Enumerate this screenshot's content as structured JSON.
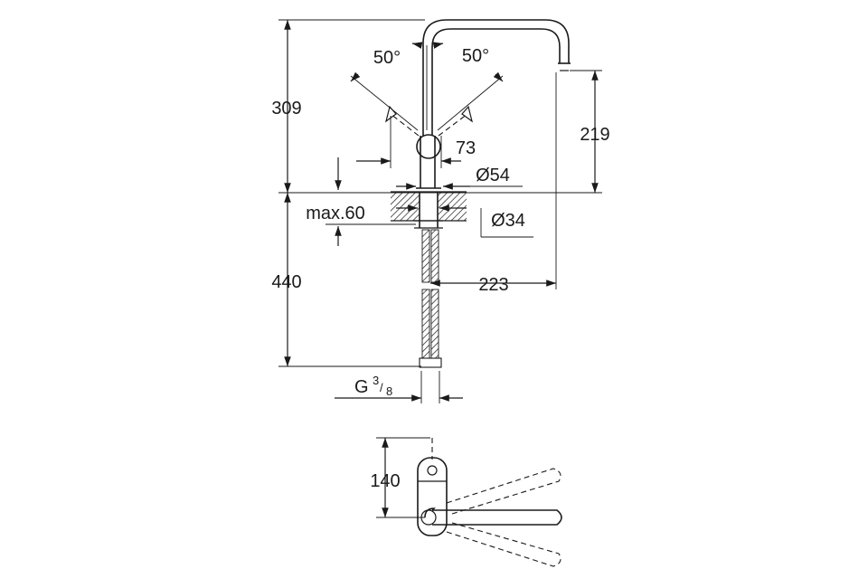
{
  "dimensions": {
    "height_top": "309",
    "height_bottom": "440",
    "spout_height": "219",
    "reach": "223",
    "handle_offset": "73",
    "diameter_base": "Ø54",
    "diameter_hole": "Ø34",
    "max_thickness": "max.60",
    "angle_left": "50°",
    "angle_right": "50°",
    "thread_main": "G",
    "thread_num": "3",
    "thread_den": "8",
    "top_view_depth": "140"
  },
  "colors": {
    "line": "#1a1a1a",
    "background": "#ffffff"
  }
}
